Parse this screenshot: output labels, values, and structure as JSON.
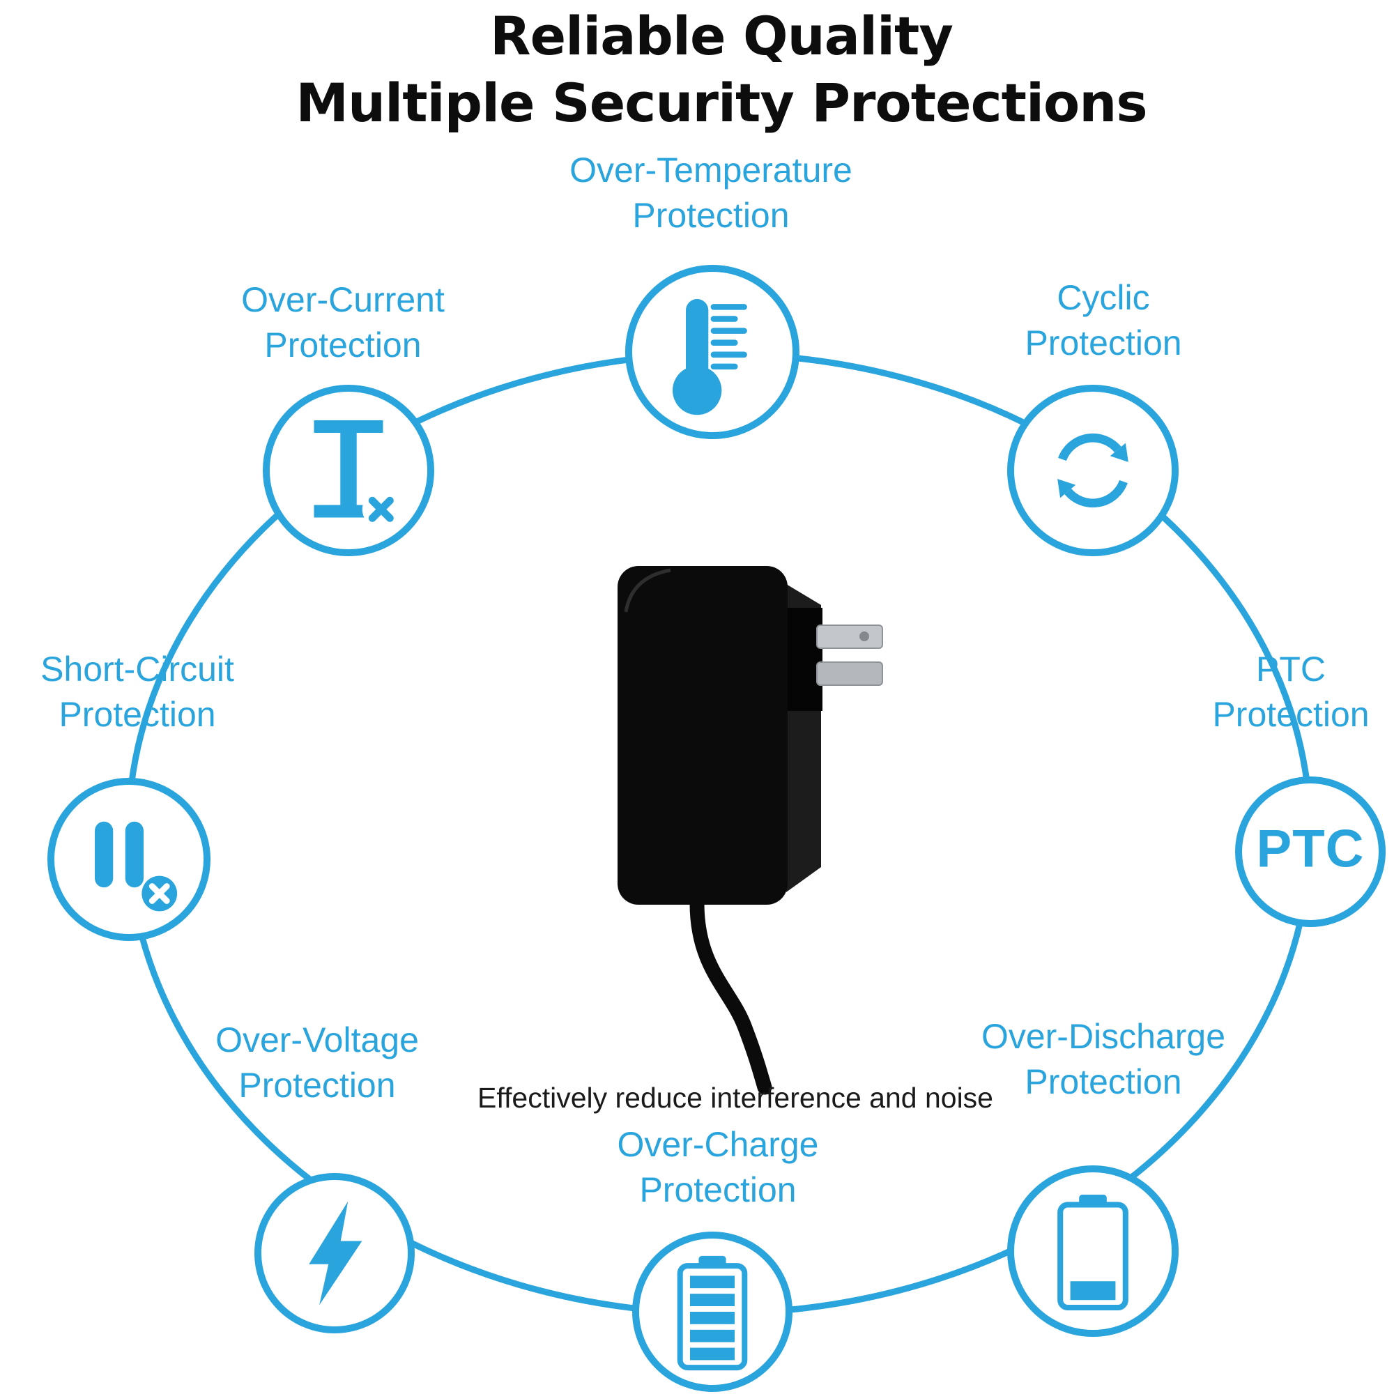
{
  "title": {
    "line1": "Reliable Quality",
    "line2": "Multiple Security Protections"
  },
  "caption": "Effectively reduce interference and noise",
  "colors": {
    "accent_blue": "#2AA4DC",
    "title_black": "#0D0D0D",
    "adapter_black": "#0B0B0B",
    "prong_silver": "#C3C6CA"
  },
  "center_object": "wall-power-adapter-with-cable",
  "features": [
    {
      "id": "over-temperature",
      "label_line1": "Over-Temperature",
      "label_line2": "Protection",
      "icon": "thermometer-icon"
    },
    {
      "id": "over-current",
      "label_line1": "Over-Current",
      "label_line2": "Protection",
      "icon": "current-letter-i-icon"
    },
    {
      "id": "cyclic",
      "label_line1": "Cyclic",
      "label_line2": "Protection",
      "icon": "cyclic-arrows-icon"
    },
    {
      "id": "short-circuit",
      "label_line1": "Short-Circuit",
      "label_line2": "Protection",
      "icon": "pause-bars-x-icon"
    },
    {
      "id": "ptc",
      "label_line1": "PTC",
      "label_line2": "Protection",
      "icon": "ptc-text-icon",
      "icon_text": "PTC"
    },
    {
      "id": "over-voltage",
      "label_line1": "Over-Voltage",
      "label_line2": "Protection",
      "icon": "lightning-bolt-icon"
    },
    {
      "id": "over-discharge",
      "label_line1": "Over-Discharge",
      "label_line2": "Protection",
      "icon": "battery-low-icon"
    },
    {
      "id": "over-charge",
      "label_line1": "Over-Charge",
      "label_line2": "Protection",
      "icon": "battery-full-icon"
    }
  ]
}
